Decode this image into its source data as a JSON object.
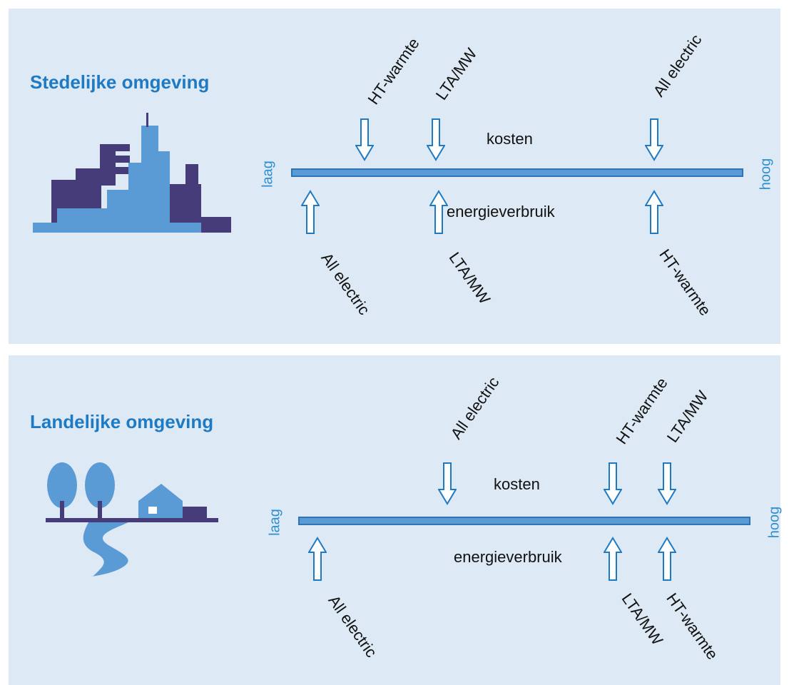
{
  "panels": [
    {
      "title": "Stedelijke omgeving",
      "scale_low": "laag",
      "scale_high": "hoog",
      "cost_label": "kosten",
      "energy_label": "energieverbruik",
      "costs_order_low_to_high": [
        "HT-warmte",
        "LTA/MW",
        "All electric"
      ],
      "energy_order_low_to_high": [
        "All electric",
        "LTA/MW",
        "HT-warmte"
      ],
      "illustration": "city-skyline-icon"
    },
    {
      "title": "Landelijke omgeving",
      "scale_low": "laag",
      "scale_high": "hoog",
      "cost_label": "kosten",
      "energy_label": "energieverbruik",
      "costs_order_low_to_high": [
        "All electric",
        "HT-warmte",
        "LTA/MW"
      ],
      "energy_order_low_to_high": [
        "All electric",
        "LTA/MW",
        "HT-warmte"
      ],
      "illustration": "rural-landscape-icon"
    }
  ],
  "colors": {
    "panel_bg": "#dde9f4",
    "accent": "#1f7ac4",
    "bar": "#5b9bd5",
    "dark": "#463c7a"
  }
}
